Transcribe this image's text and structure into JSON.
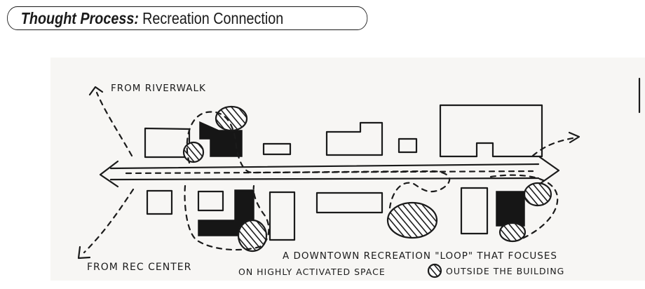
{
  "header": {
    "title_lead": "Thought Process:",
    "title_rest": "Recreation Connection"
  },
  "annotations": {
    "from_riverwalk": "FROM RIVERWALK",
    "from_rec_center": "FROM REC CENTER",
    "caption_line1": "A DOWNTOWN RECREATION \"LOOP\" THAT FOCUSES",
    "caption_line2_a": "ON HIGHLY ACTIVATED SPACE",
    "caption_line2_b": "OUTSIDE THE BUILDING"
  },
  "legend": {
    "hatched_icon": "hatched-circle-icon"
  },
  "colors": {
    "ink": "#1b1b1b",
    "paper": "#f7f6f4"
  }
}
